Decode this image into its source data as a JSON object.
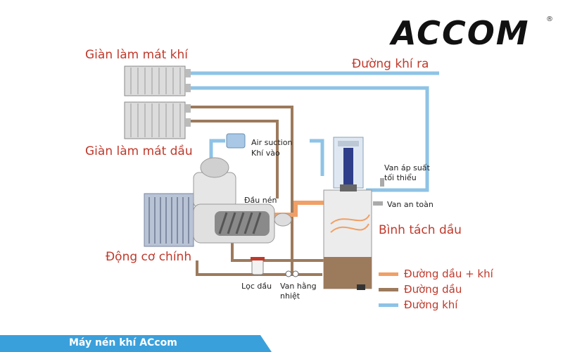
{
  "brand": {
    "logo_text": "ACCOM",
    "registered_mark": "®"
  },
  "components": {
    "air_cooler": "Giàn làm mát khí",
    "oil_cooler": "Giàn làm mát dầu",
    "air_out": "Đường khí ra",
    "air_suction": "Air suction",
    "air_in": "Khí vào",
    "compression_head": "Đầu nén",
    "main_motor": "Động cơ chính",
    "oil_filter": "Lọc dầu",
    "thermo_valve_line1": "Van hằng",
    "thermo_valve_line2": "nhiệt",
    "min_pressure_valve_line1": "Van áp suất",
    "min_pressure_valve_line2": "tối thiểu",
    "safety_valve": "Van an toàn",
    "oil_separator": "Bình tách dầu"
  },
  "legend": [
    {
      "label": "Đường dầu + khí",
      "color": "#f0a066"
    },
    {
      "label": "Đường dầu",
      "color": "#9c7a5c"
    },
    {
      "label": "Đường khí",
      "color": "#8ec3e6"
    }
  ],
  "colors": {
    "air_line": "#8ec3e6",
    "oil_line": "#9c7a5c",
    "oil_air_line": "#f0a066",
    "banner": "#3aa0dc"
  },
  "footer": {
    "caption": "Máy nén khí ACcom"
  }
}
